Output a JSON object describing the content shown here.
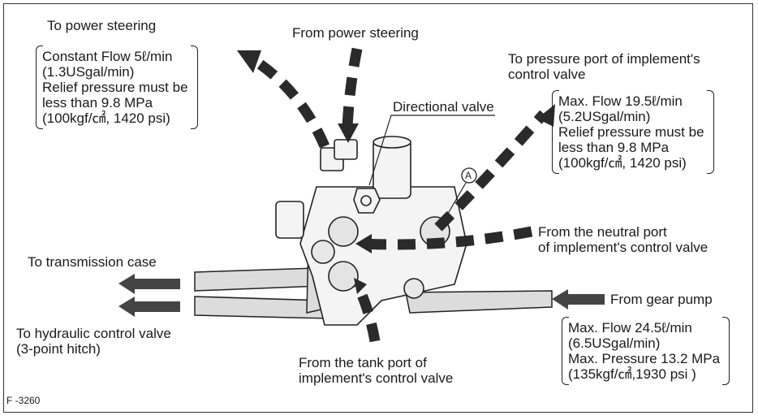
{
  "figure_id": "F -3260",
  "labels": {
    "to_power_steering": "To power steering",
    "from_power_steering": "From power steering",
    "directional_valve": "Directional valve",
    "to_pressure_port": [
      "To pressure port of implement's",
      "control valve"
    ],
    "from_neutral_port": [
      "From the neutral port",
      "of implement's control valve"
    ],
    "from_gear_pump": "From gear pump",
    "to_transmission_case": "To transmission case",
    "to_hydraulic_control_valve": [
      "To hydraulic control  valve",
      "(3-point  hitch)"
    ],
    "from_tank_port": [
      "From the tank port of",
      "implement's control valve"
    ],
    "callout_a": "A"
  },
  "specs": {
    "power_steering": [
      "Constant  Flow 5ℓ/min",
      "(1.3USgal/min)",
      "Relief pressure must be",
      "less than 9.8 MPa",
      "(100kgf/㎠, 1420 psi)"
    ],
    "pressure_port": [
      "Max. Flow 19.5ℓ/min",
      "(5.2USgal/min)",
      "Relief pressure must be",
      "less than 9.8 MPa",
      "(100kgf/㎠, 1420 psi)"
    ],
    "gear_pump": [
      "Max. Flow 24.5ℓ/min",
      "(6.5USgal/min)",
      "Max. Pressure 13.2 MPa",
      "(135kgf/㎠,1930 psi )"
    ]
  },
  "colors": {
    "arrow": "#2a2a2a",
    "hose": "#d8d8d8",
    "line": "#222222"
  }
}
